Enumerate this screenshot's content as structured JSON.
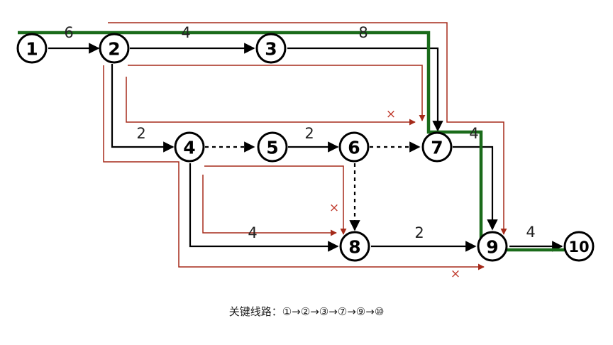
{
  "colors": {
    "node_stroke": "#000000",
    "edge": "#000000",
    "critical_path": "#1a6b1a",
    "eliminated_path": "#a52a1a"
  },
  "nodes": [
    {
      "id": "n1",
      "label": "1"
    },
    {
      "id": "n2",
      "label": "2"
    },
    {
      "id": "n3",
      "label": "3"
    },
    {
      "id": "n4",
      "label": "4"
    },
    {
      "id": "n5",
      "label": "5"
    },
    {
      "id": "n6",
      "label": "6"
    },
    {
      "id": "n7",
      "label": "7"
    },
    {
      "id": "n8",
      "label": "8"
    },
    {
      "id": "n9",
      "label": "9"
    },
    {
      "id": "n10",
      "label": "10"
    }
  ],
  "edges": [
    {
      "from": "1",
      "to": "2",
      "duration": "6",
      "style": "solid"
    },
    {
      "from": "2",
      "to": "3",
      "duration": "4",
      "style": "solid"
    },
    {
      "from": "3",
      "to": "7",
      "duration": "8",
      "style": "solid"
    },
    {
      "from": "2",
      "to": "4",
      "duration": "2",
      "style": "solid"
    },
    {
      "from": "4",
      "to": "5",
      "duration": "",
      "style": "dashed"
    },
    {
      "from": "5",
      "to": "6",
      "duration": "2",
      "style": "solid"
    },
    {
      "from": "6",
      "to": "7",
      "duration": "",
      "style": "dashed"
    },
    {
      "from": "6",
      "to": "8",
      "duration": "",
      "style": "dashed"
    },
    {
      "from": "4",
      "to": "8",
      "duration": "4",
      "style": "solid"
    },
    {
      "from": "7",
      "to": "9",
      "duration": "4",
      "style": "solid"
    },
    {
      "from": "8",
      "to": "9",
      "duration": "2",
      "style": "solid"
    },
    {
      "from": "9",
      "to": "10",
      "duration": "4",
      "style": "solid"
    }
  ],
  "eliminated_marks": [
    "×",
    "×",
    "×"
  ],
  "caption": "关键线路：①→②→③→⑦→⑨→⑩"
}
